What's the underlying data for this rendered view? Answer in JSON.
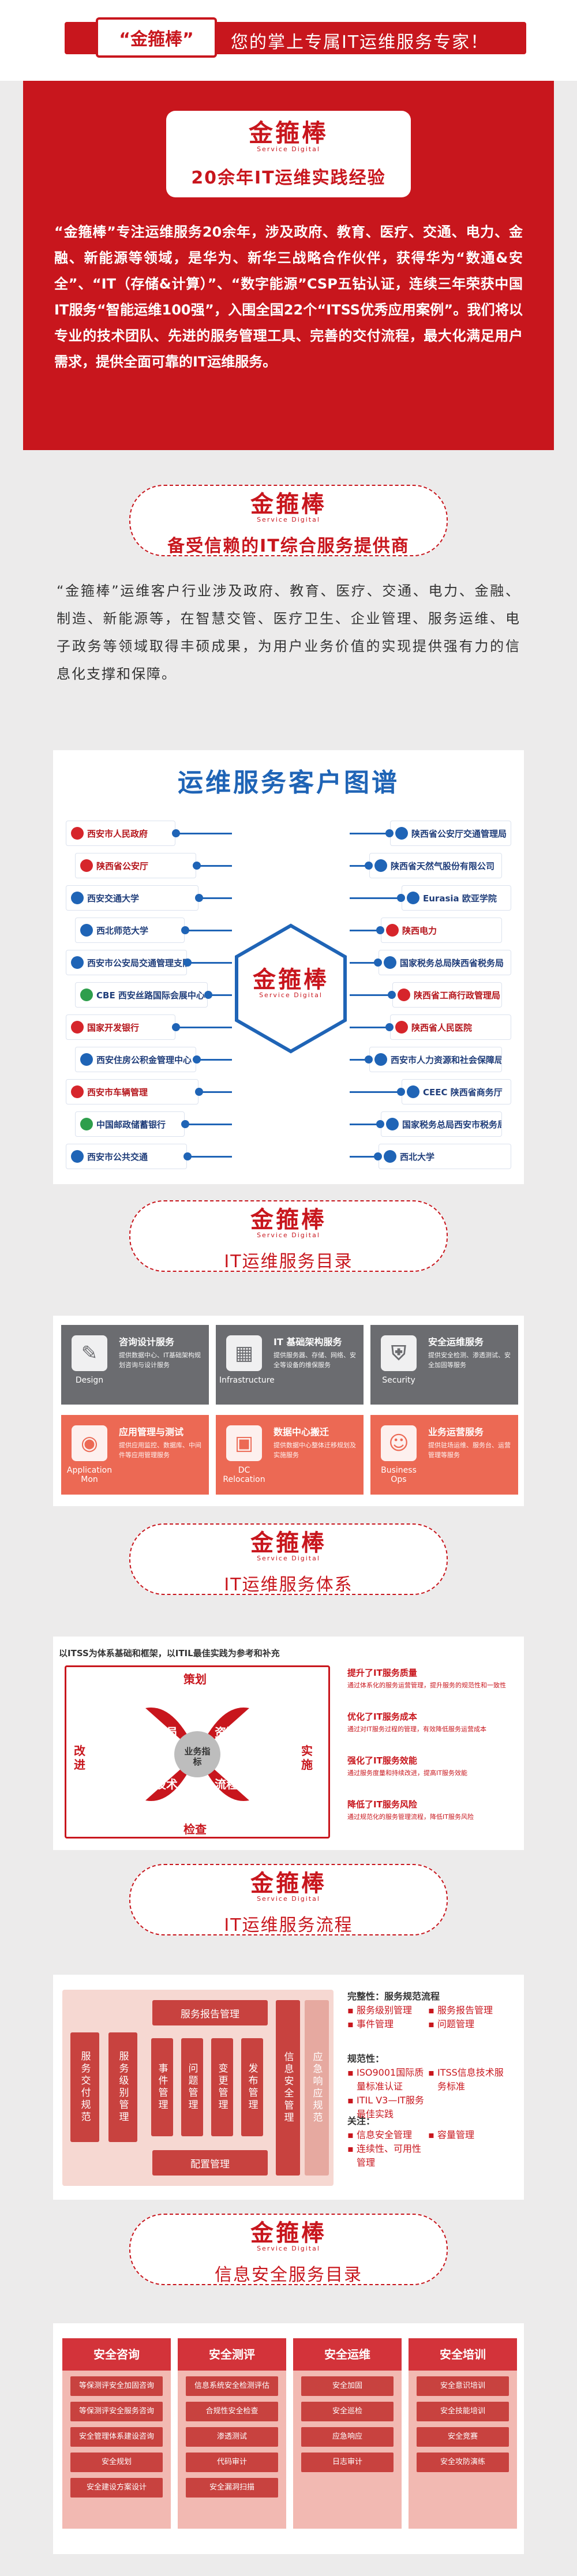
{
  "header": {
    "brand_tag": "“金箍棒”",
    "slogan": "您的掌上专属IT运维服务专家！"
  },
  "brand": {
    "logo": "金箍棒",
    "logo_sub": "Service Digital"
  },
  "intro": {
    "title": "20余年IT运维实践经验",
    "text": "“金箍棒”专注运维服务20余年，涉及政府、教育、医疗、交通、电力、金融、新能源等领域，是华为、新华三战略合作伙伴，获得华为“数通&安全”、“IT（存储&计算）”、“数字能源”CSP五钻认证，连续三年荣获中国IT服务“智能运维100强”，入围全国22个“ITSS优秀应用案例”。我们将以专业的技术团队、先进的服务管理工具、完善的交付流程，最大化满足用户需求，提供全面可靠的IT运维服务。"
  },
  "section1": {
    "title": "备受信赖的IT综合服务提供商",
    "text": "“金箍棒”运维客户行业涉及政府、教育、医疗、交通、电力、金融、制造、新能源等，在智慧交管、医疗卫生、企业管理、服务运维、电子政务等领域取得丰硕成果，为用户业务价值的实现提供强有力的信息化支撑和保障。"
  },
  "clients": {
    "title": "运维服务客户图谱",
    "left": [
      {
        "name": "西安市人民政府",
        "tone": "red"
      },
      {
        "name": "陕西省公安厅",
        "tone": "red"
      },
      {
        "name": "西安交通大学",
        "tone": "blue"
      },
      {
        "name": "西北师范大学",
        "tone": "blue"
      },
      {
        "name": "西安市公安局交通管理支队",
        "tone": "blue"
      },
      {
        "name": "CBE 西安丝路国际会展中心",
        "tone": "green"
      },
      {
        "name": "国家开发银行",
        "tone": "red"
      },
      {
        "name": "西安住房公积金管理中心",
        "tone": "blue"
      },
      {
        "name": "西安市车辆管理",
        "tone": "red"
      },
      {
        "name": "中国邮政储蓄银行",
        "tone": "green"
      },
      {
        "name": "西安市公共交通",
        "tone": "blue"
      }
    ],
    "right": [
      {
        "name": "陕西省公安厅交通管理局",
        "tone": "blue"
      },
      {
        "name": "陕西省天然气股份有限公司",
        "tone": "blue"
      },
      {
        "name": "Eurasia 欧亚学院",
        "tone": "blue"
      },
      {
        "name": "陕西电力",
        "tone": "red"
      },
      {
        "name": "国家税务总局陕西省税务局",
        "tone": "blue"
      },
      {
        "name": "陕西省工商行政管理局",
        "tone": "red"
      },
      {
        "name": "陕西省人民医院",
        "tone": "red"
      },
      {
        "name": "西安市人力资源和社会保障局",
        "tone": "blue"
      },
      {
        "name": "CEEC 陕西省商务厅",
        "tone": "blue"
      },
      {
        "name": "国家税务总局西安市税务局",
        "tone": "blue"
      },
      {
        "name": "西北大学",
        "tone": "blue"
      }
    ]
  },
  "section2": {
    "title": "IT运维服务目录",
    "tiles": [
      {
        "label": "Design",
        "glyph": "✎",
        "title": "咨询设计服务",
        "desc": "提供数据中心、IT基础架构规划咨询与设计服务",
        "tone": "gray"
      },
      {
        "label": "Infrastructure",
        "glyph": "▦",
        "title": "IT 基础架构服务",
        "desc": "提供服务器、存储、网络、安全等设备的维保服务",
        "tone": "gray"
      },
      {
        "label": "Security",
        "glyph": "⛨",
        "title": "安全运维服务",
        "desc": "提供安全检测、渗透测试、安全加固等服务",
        "tone": "gray"
      },
      {
        "label": "Application Mon",
        "glyph": "◉",
        "title": "应用管理与测试",
        "desc": "提供应用监控、数据库、中间件等应用管理服务",
        "tone": "coral"
      },
      {
        "label": "DC Relocation",
        "glyph": "▣",
        "title": "数据中心搬迁",
        "desc": "提供数据中心整体迁移规划及实施服务",
        "tone": "coral"
      },
      {
        "label": "Business Ops",
        "glyph": "☺",
        "title": "业务运营服务",
        "desc": "提供驻场运维、服务台、运营管理等服务",
        "tone": "coral"
      }
    ]
  },
  "section3": {
    "title": "IT运维服务体系",
    "head": "以ITSS为体系基础和框架，以ITIL最佳实践为参考和补充",
    "cycle": {
      "plan": "策划",
      "implement": "实施",
      "check": "检查",
      "improve": "改进"
    },
    "core": [
      "人员",
      "资源",
      "技术",
      "流程"
    ],
    "center": "业务指标",
    "points": [
      {
        "title": "提升了IT服务质量",
        "desc": "通过体系化的服务运营管理，提升服务的规范性和一致性"
      },
      {
        "title": "优化了IT服务成本",
        "desc": "通过对IT服务过程的管理，有效降低服务运营成本"
      },
      {
        "title": "强化了IT服务效能",
        "desc": "通过服务度量和持续改进，提高IT服务效能"
      },
      {
        "title": "降低了IT服务风险",
        "desc": "通过规范化的服务管理流程，降低IT服务风险"
      }
    ]
  },
  "section4": {
    "title": "IT运维服务流程",
    "top": "服务报告管理",
    "bottom": "配置管理",
    "left": [
      "服务交付规范",
      "服务级别管理"
    ],
    "middle": [
      "事件管理",
      "问题管理",
      "变更管理",
      "发布管理"
    ],
    "right": "信息安全管理",
    "far_right": "应急响应规范",
    "groups": [
      {
        "head": "完整性：服务规范流程",
        "items": [
          "服务级别管理",
          "服务报告管理",
          "事件管理",
          "问题管理"
        ]
      },
      {
        "head": "规范性：",
        "items": [
          "ISO9001国际质量标准认证",
          "ITSS信息技术服务标准",
          "ITIL V3—IT服务最佳实践"
        ]
      },
      {
        "head": "关注：",
        "items": [
          "信息安全管理",
          "容量管理",
          "连续性、可用性管理"
        ]
      }
    ]
  },
  "section5": {
    "title": "信息安全服务目录",
    "columns": [
      {
        "head": "安全咨询",
        "items": [
          "等保测评安全加固咨询",
          "等保测评安全服务咨询",
          "安全管理体系建设咨询",
          "安全规划",
          "安全建设方案设计"
        ]
      },
      {
        "head": "安全测评",
        "items": [
          "信息系统安全检测评估",
          "合规性安全检查",
          "渗透测试",
          "代码审计",
          "安全漏洞扫描"
        ]
      },
      {
        "head": "安全运维",
        "items": [
          "安全加固",
          "安全巡检",
          "应急响应",
          "日志审计"
        ]
      },
      {
        "head": "安全培训",
        "items": [
          "安全意识培训",
          "安全技能培训",
          "安全竞赛",
          "安全攻防演练"
        ]
      }
    ]
  }
}
